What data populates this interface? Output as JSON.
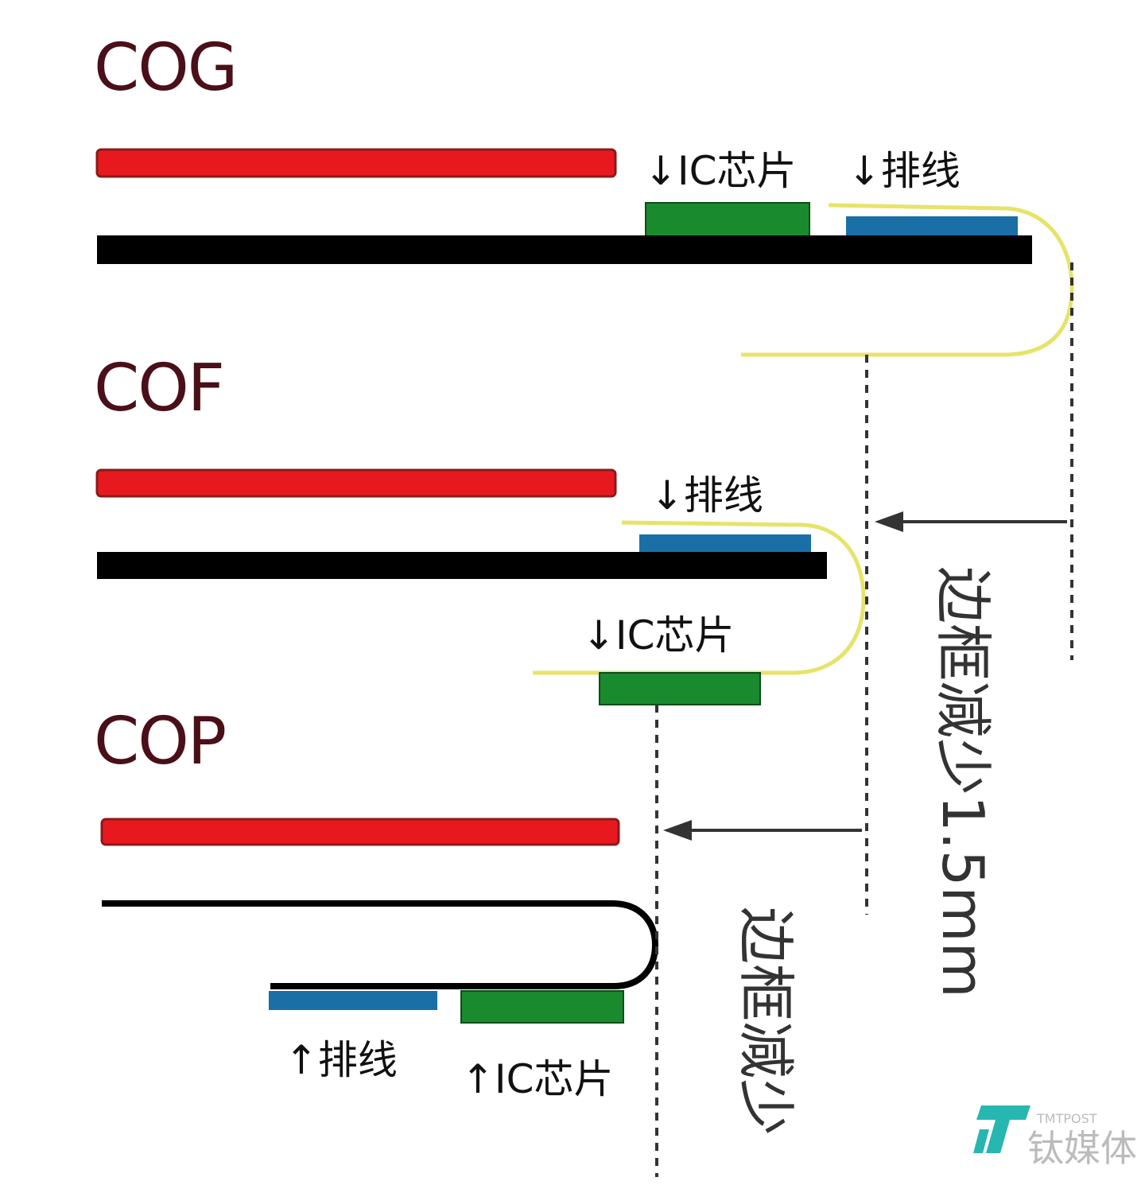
{
  "sections": {
    "cog": {
      "title": "COG",
      "ic_label": "↓IC芯片",
      "cable_label": "↓排线"
    },
    "cof": {
      "title": "COF",
      "cable_label": "↓排线",
      "ic_label": "↓IC芯片"
    },
    "cop": {
      "title": "COP",
      "cable_label": "↑排线",
      "ic_label": "↑IC芯片"
    }
  },
  "notes": {
    "large_reduction": "边框减少1.5mm",
    "reduction": "边框减少"
  },
  "watermark": {
    "small": "TMTPOST",
    "large": "钛媒体"
  },
  "colors": {
    "title": "#4a0f18",
    "display_layer": "#e8191e",
    "substrate": "#000000",
    "ic_chip": "#1a8a2e",
    "cable": "#1a6fa6",
    "flex_cable": "#e6e36a",
    "watermark_accent": "#27b7b0"
  }
}
